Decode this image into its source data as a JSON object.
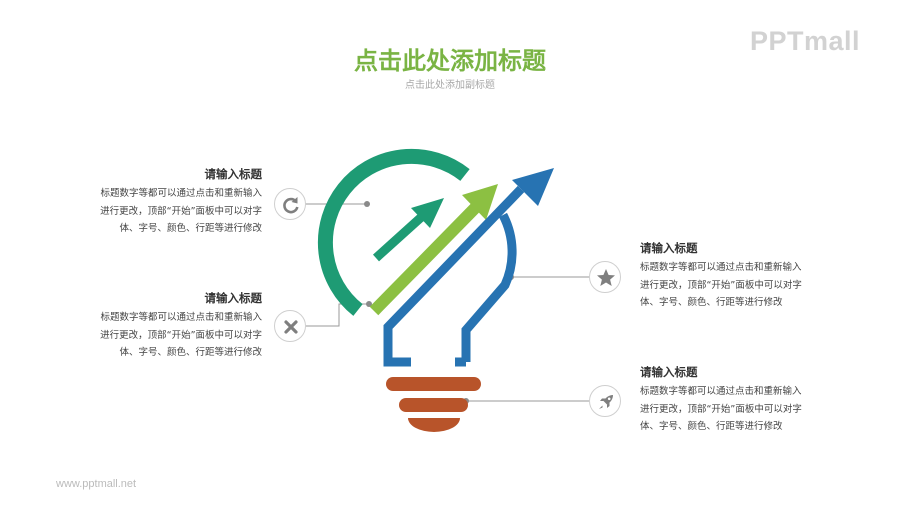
{
  "header": {
    "title": "点击此处添加标题",
    "subtitle": "点击此处添加副标题"
  },
  "brand": {
    "logo_text": "PPTmall",
    "footer_url": "www.pptmall.net"
  },
  "blocks": [
    {
      "heading": "请输入标题",
      "lines": [
        "标题数字等都可以通过点击和重新输入",
        "进行更改，顶部“开始”面板中可以对字",
        "体、字号、颜色、行距等进行修改"
      ],
      "icon": "refresh-icon"
    },
    {
      "heading": "请输入标题",
      "lines": [
        "标题数字等都可以通过点击和重新输入",
        "进行更改，顶部“开始”面板中可以对字",
        "体、字号、颜色、行距等进行修改"
      ],
      "icon": "close-x-icon"
    },
    {
      "heading": "请输入标题",
      "lines": [
        "标题数字等都可以通过点击和重新输入",
        "进行更改，顶部“开始”面板中可以对字",
        "体、字号、颜色、行距等进行修改"
      ],
      "icon": "star-icon"
    },
    {
      "heading": "请输入标题",
      "lines": [
        "标题数字等都可以通过点击和重新输入",
        "进行更改，顶部“开始”面板中可以对字",
        "体、字号、颜色、行距等进行修改"
      ],
      "icon": "rocket-icon"
    }
  ],
  "colors": {
    "title_green": "#7ab444",
    "teal_green": "#1e9b74",
    "light_green": "#8cc042",
    "blue": "#2773b2",
    "brown": "#b8542a",
    "icon_gray": "#7f7f7f",
    "connector_gray": "#9a9a9a"
  }
}
